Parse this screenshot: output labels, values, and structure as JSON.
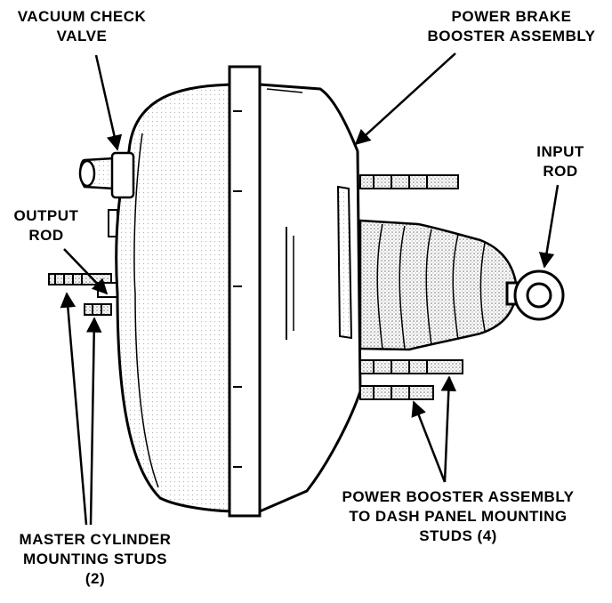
{
  "labels": {
    "vacuum_check_valve": [
      "VACUUM CHECK",
      "VALVE"
    ],
    "power_brake_booster": [
      "POWER BRAKE",
      "BOOSTER ASSEMBLY"
    ],
    "input_rod": [
      "INPUT",
      "ROD"
    ],
    "output_rod": [
      "OUTPUT",
      "ROD"
    ],
    "master_cylinder_studs": [
      "MASTER CYLINDER",
      "MOUNTING STUDS",
      "(2)"
    ],
    "dash_panel_studs": [
      "POWER BOOSTER ASSEMBLY",
      "TO DASH PANEL MOUNTING",
      "STUDS (4)"
    ]
  },
  "colors": {
    "ink": "#000000",
    "paper": "#ffffff",
    "stipple": "#9a9a9a"
  }
}
